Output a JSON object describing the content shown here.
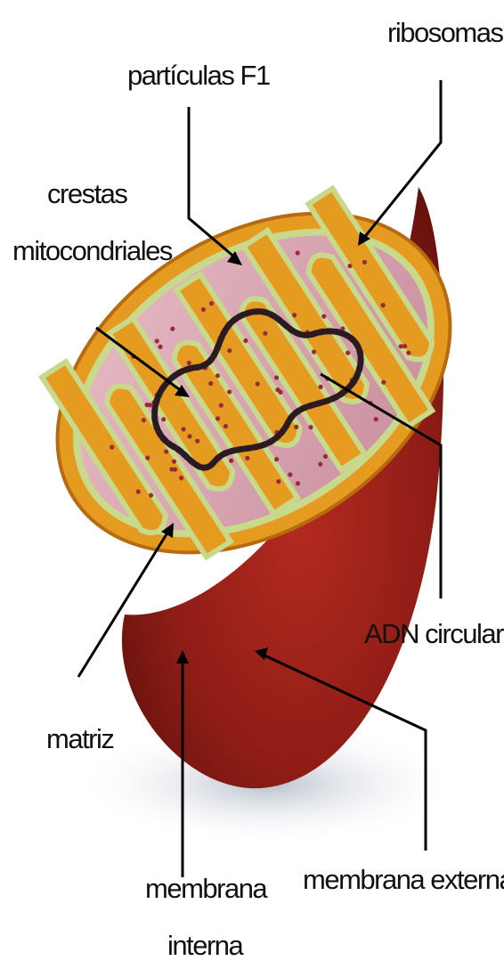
{
  "labels": {
    "f1_particles": "partículas F1",
    "ribosomes": "ribosomas",
    "cristae_line1": "crestas",
    "cristae_line2": "mitocondriales",
    "circular_dna": "ADN circular",
    "matrix": "matriz",
    "inner_membrane_line1": "membrana",
    "inner_membrane_line2": "interna",
    "outer_membrane": "membrana externa"
  },
  "colors": {
    "outer_membrane": "#8e1d16",
    "intermembrane_space": "#e49b1f",
    "inner_membrane_edge": "#c9d98c",
    "matrix": "#d9a7b4",
    "dna": "#2b1a22",
    "ribosome_dots": "#9a2a3a",
    "shadow": "#c3c9d3",
    "leader_lines": "#000000"
  }
}
